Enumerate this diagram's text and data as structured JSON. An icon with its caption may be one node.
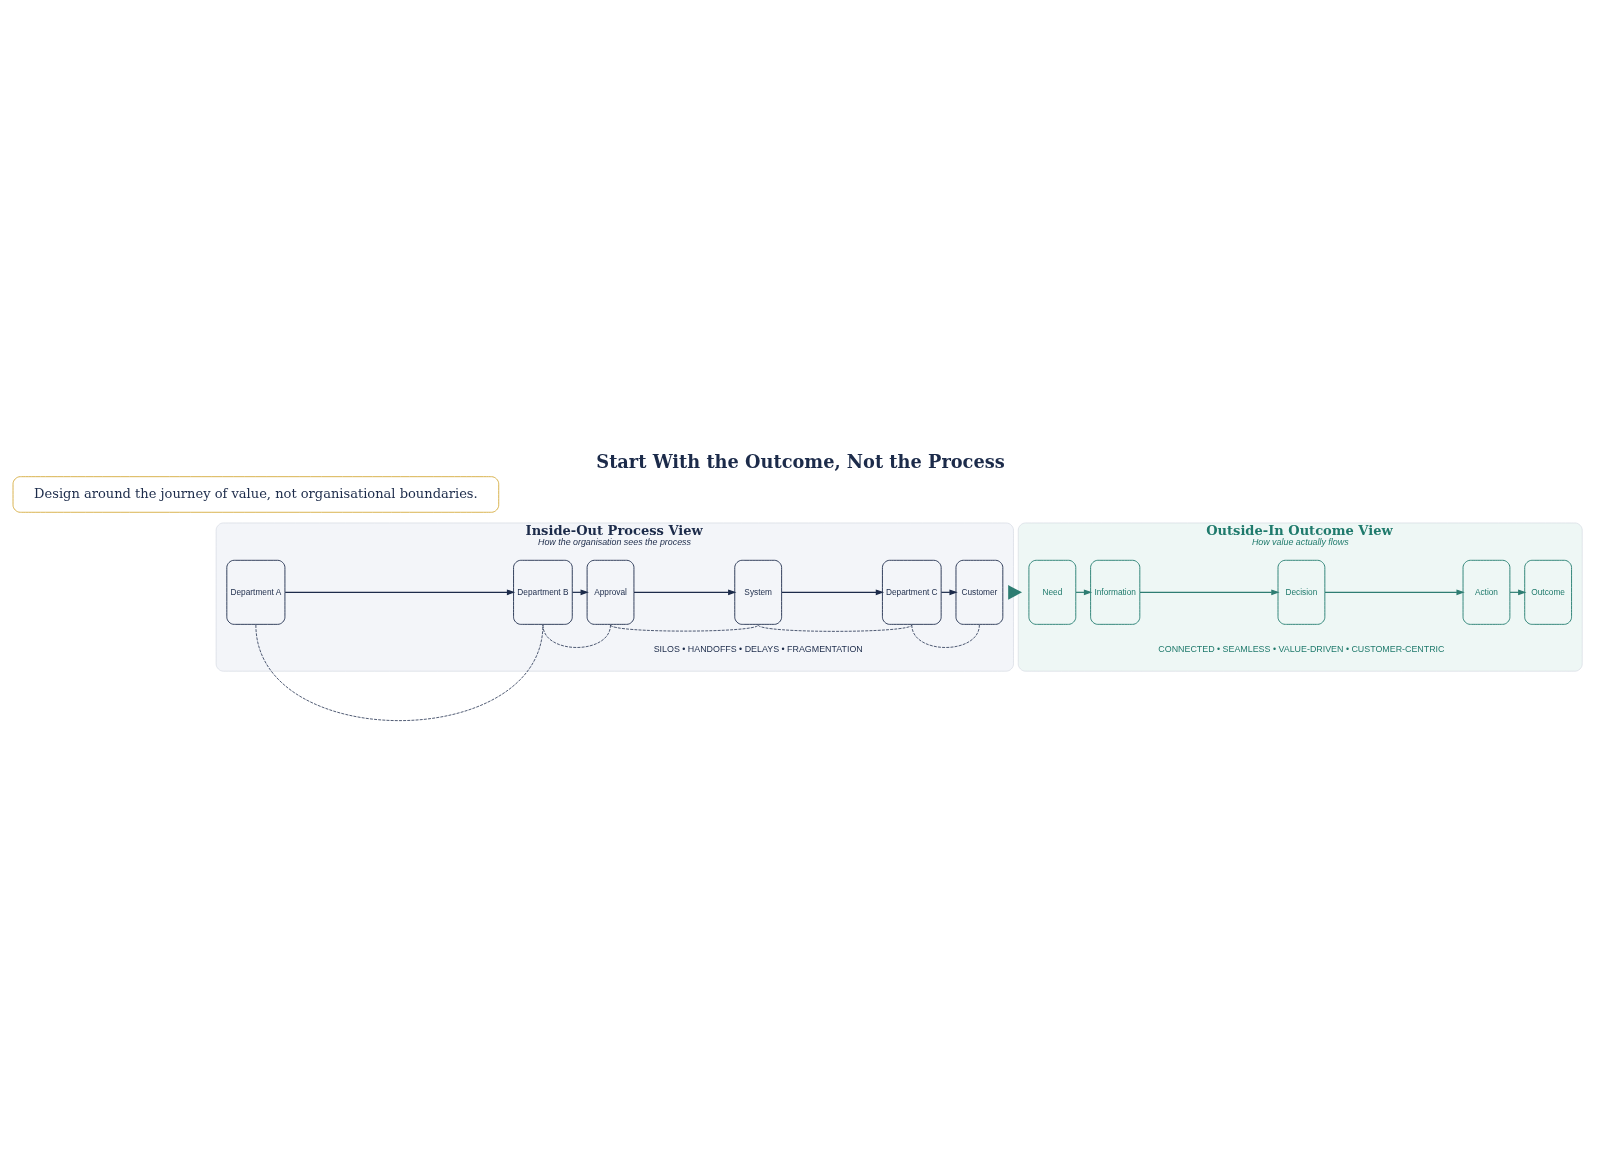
{
  "diagram": {
    "title": "Start With the Outcome, Not the Process",
    "nodes": [
      {
        "text": [
          "Inside-Out Process View",
          "How the organisation sees the process"
        ]
      },
      {
        "text": [
          "Department A"
        ],
        "in": 0
      },
      {
        "text": [
          "Department B"
        ],
        "in": 0
      },
      {
        "text": [
          "Approval"
        ],
        "in": 0
      },
      {
        "text": [
          "System"
        ],
        "in": 0
      },
      {
        "text": [
          "Department C"
        ],
        "in": 0
      },
      {
        "text": [
          "Customer"
        ],
        "in": 0
      },
      {
        "text": [
          "Outside-In Outcome View",
          "How value actually flows"
        ]
      },
      {
        "text": [
          "Need"
        ],
        "in": 7
      },
      {
        "text": [
          "Information"
        ],
        "in": 7
      },
      {
        "text": [
          "Decision"
        ],
        "in": 7
      },
      {
        "text": [
          "Action"
        ],
        "in": 7
      },
      {
        "text": [
          "Outcome"
        ],
        "in": 7
      },
      {
        "text": [
          "Design around the journey of value, not organisational boundaries."
        ]
      }
    ],
    "edges": [
      {
        "from": 1,
        "to": 2,
        "arrow": "to"
      },
      {
        "from": 2,
        "to": 3,
        "arrow": "to"
      },
      {
        "from": 3,
        "to": 4,
        "arrow": "to"
      },
      {
        "from": 4,
        "to": 5,
        "arrow": "to"
      },
      {
        "from": 5,
        "to": 6,
        "arrow": "to"
      },
      {
        "from": 1,
        "to": 2,
        "arrow": "none",
        "style": "dashed"
      },
      {
        "from": 2,
        "to": 3,
        "arrow": "none",
        "style": "dashed"
      },
      {
        "from": 3,
        "to": 4,
        "arrow": "none",
        "style": "dashed"
      },
      {
        "from": 4,
        "to": 5,
        "arrow": "none",
        "style": "dashed"
      },
      {
        "from": 5,
        "to": 6,
        "arrow": "none",
        "style": "dashed"
      },
      {
        "from": 0,
        "to": 7,
        "arrow": "to",
        "style": "thick",
        "color": "#2e7d72"
      },
      {
        "from": 8,
        "to": 9,
        "arrow": "to",
        "color": "#2e7d72"
      },
      {
        "from": 9,
        "to": 10,
        "arrow": "to",
        "color": "#2e7d72"
      },
      {
        "from": 10,
        "to": 11,
        "arrow": "to",
        "color": "#2e7d72"
      },
      {
        "from": 11,
        "to": 12,
        "arrow": "to",
        "color": "#2e7d72"
      }
    ],
    "labels": [
      "SILOS • HANDOFFS • DELAYS • FRAGMENTATION",
      "CONNECTED • SEAMLESS • VALUE-DRIVEN • CUSTOMER-CENTRIC"
    ]
  }
}
